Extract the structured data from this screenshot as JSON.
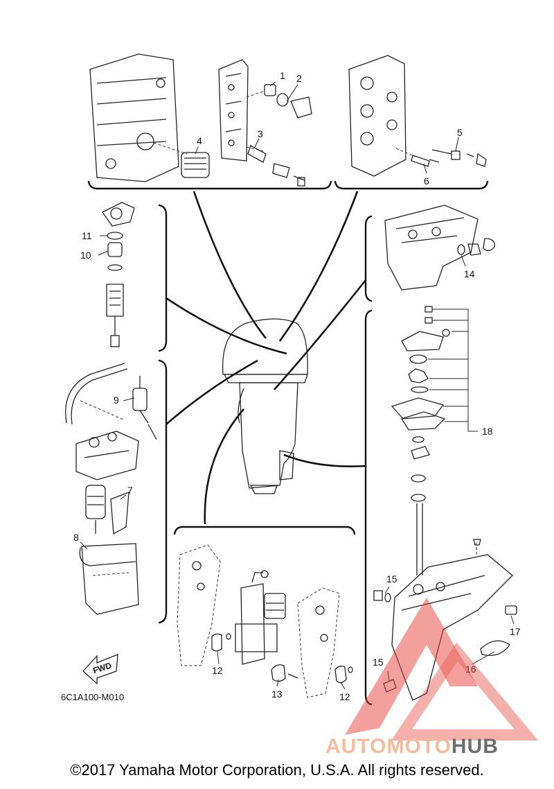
{
  "diagram": {
    "callouts": [
      {
        "id": "1",
        "label": "1"
      },
      {
        "id": "2",
        "label": "2"
      },
      {
        "id": "3",
        "label": "3"
      },
      {
        "id": "4",
        "label": "4"
      },
      {
        "id": "5",
        "label": "5"
      },
      {
        "id": "6",
        "label": "6"
      },
      {
        "id": "7",
        "label": "7"
      },
      {
        "id": "8",
        "label": "8"
      },
      {
        "id": "9",
        "label": "9"
      },
      {
        "id": "10",
        "label": "10"
      },
      {
        "id": "11",
        "label": "11"
      },
      {
        "id": "12a",
        "label": "12"
      },
      {
        "id": "12b",
        "label": "12"
      },
      {
        "id": "13",
        "label": "13"
      },
      {
        "id": "14",
        "label": "14"
      },
      {
        "id": "15a",
        "label": "15"
      },
      {
        "id": "15b",
        "label": "15"
      },
      {
        "id": "16",
        "label": "16"
      },
      {
        "id": "17",
        "label": "17"
      },
      {
        "id": "18",
        "label": "18"
      }
    ],
    "fwd_label": "FWD",
    "drawing_code": "6C1A100-M010",
    "copyright": "©2017 Yamaha Motor Corporation, U.S.A. All rights reserved.",
    "watermark": {
      "part1": "AUTOMOTO",
      "part2": "HUB",
      "color1": "#f5b08a",
      "color2": "#555555",
      "accent": "#e8453c"
    }
  }
}
